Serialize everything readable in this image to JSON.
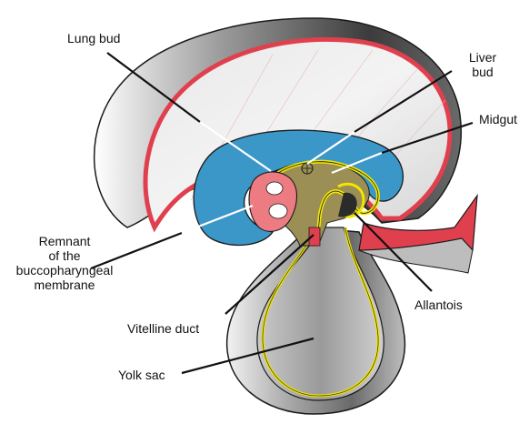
{
  "labels": {
    "lung_bud": "Lung bud",
    "liver_bud_line1": "Liver",
    "liver_bud_line2": "bud",
    "midgut": "Midgut",
    "remnant_line1": "Remnant",
    "remnant_line2": "of the",
    "remnant_line3": "buccopharyngeal",
    "remnant_line4": "membrane",
    "allantois": "Allantois",
    "vitelline_duct": "Vitelline duct",
    "yolk_sac": "Yolk sac"
  },
  "colors": {
    "amnion_red": "#e0404e",
    "neural_blue": "#3b97c8",
    "endoderm_yellow": "#f2e600",
    "mesoderm_olive": "#9c8f55",
    "heart_pink": "#ec7b82",
    "outline": "#1a1a1a",
    "sac_grey_light": "#d8d8d8",
    "sac_grey_dark": "#4a4a4a"
  }
}
